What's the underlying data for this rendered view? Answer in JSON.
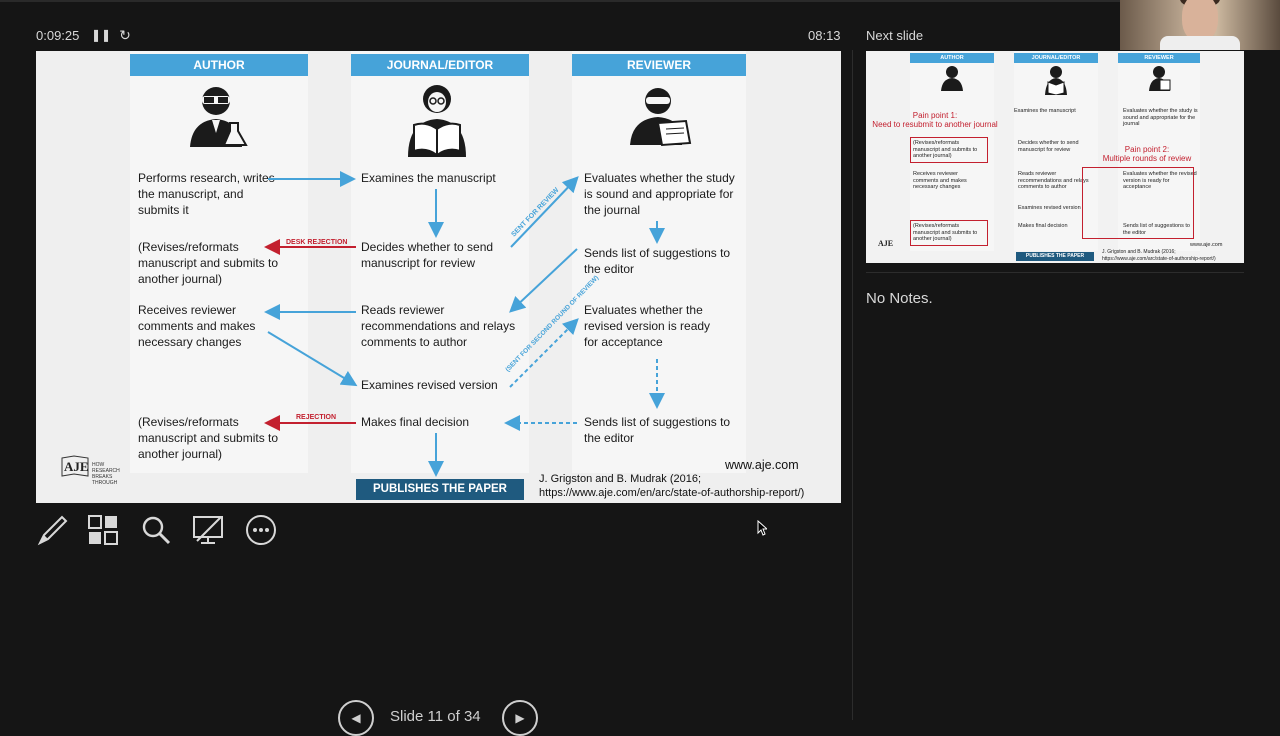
{
  "presenter": {
    "elapsed": "0:09:25",
    "clock": "08:13",
    "next_slide_label": "Next slide",
    "notes": "No Notes.",
    "slide_counter": "Slide 11 of 34"
  },
  "slide": {
    "headers": {
      "author": "AUTHOR",
      "editor": "JOURNAL/EDITOR",
      "reviewer": "REVIEWER"
    },
    "author": {
      "a1": "Performs research, writes the manuscript, and submits it",
      "a2": "(Revises/reformats manuscript and submits to another journal)",
      "a3": "Receives reviewer comments and makes necessary changes",
      "a4": "(Revises/reformats manuscript and submits to another journal)"
    },
    "editor": {
      "e1": "Examines the manuscript",
      "e2": "Decides whether to send manuscript for review",
      "e3": "Reads reviewer recommendations and relays comments to author",
      "e4": "Examines revised version",
      "e5": "Makes final decision"
    },
    "reviewer": {
      "r1": "Evaluates whether the study is sound and appropriate for the journal",
      "r2": "Sends list of suggestions to the editor",
      "r3": "Evaluates whether the revised version is ready for acceptance",
      "r4": "Sends list of suggestions to the editor"
    },
    "arrow_labels": {
      "desk_rejection": "DESK REJECTION",
      "rejection": "REJECTION",
      "sent_for_review": "SENT FOR REVIEW",
      "sent_second": "(SENT FOR SECOND ROUND OF REVIEW)"
    },
    "publishes": "PUBLISHES THE PAPER",
    "citation_1": "J. Grigston and B. Mudrak (2016;",
    "citation_2": "https://www.aje.com/en/arc/state-of-authorship-report/)",
    "url": "www.aje.com",
    "logo": "AJE",
    "logo_sub": "HOW RESEARCH BREAKS THROUGH"
  },
  "thumb": {
    "pain1_title": "Pain point 1:",
    "pain1_text": "Need to resubmit to another journal",
    "pain2_title": "Pain point 2:",
    "pain2_text": "Multiple rounds of review",
    "citation_1": "J. Grigston and B. Mudrak (2016;",
    "citation_2": "https://www.aje.com/arc/state-of-authorship-report/)"
  },
  "colors": {
    "header_blue": "#46a3d9",
    "arrow_blue": "#46a3d9",
    "reject_red": "#c3202f",
    "publish_navy": "#1f5a7f"
  },
  "icons": [
    "pause-icon",
    "restart-icon",
    "pen-icon",
    "slides-grid-icon",
    "zoom-icon",
    "screen-off-icon",
    "more-icon",
    "prev-icon",
    "next-icon"
  ]
}
